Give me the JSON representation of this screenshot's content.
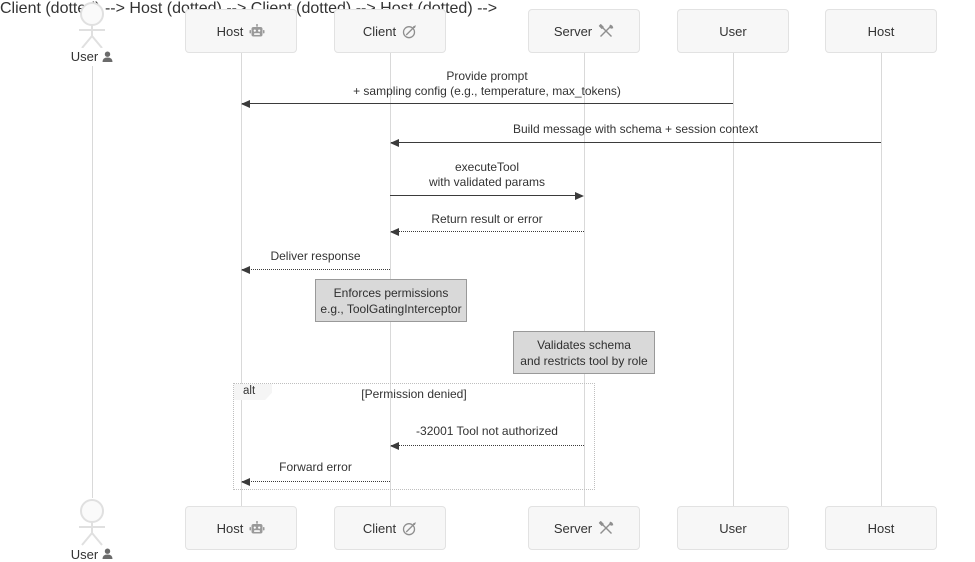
{
  "diagram_type": "sequence-diagram",
  "participants": [
    {
      "name": "User",
      "icon": "person-icon",
      "kind": "actor"
    },
    {
      "name": "Host",
      "icon": "robot-icon",
      "kind": "box"
    },
    {
      "name": "Client",
      "icon": "compass-icon",
      "kind": "box"
    },
    {
      "name": "Server",
      "icon": "tools-icon",
      "kind": "box"
    },
    {
      "name": "User",
      "icon": "",
      "kind": "box"
    },
    {
      "name": "Host",
      "icon": "",
      "kind": "box"
    }
  ],
  "messages": [
    {
      "from": "User",
      "to": "Host",
      "line1": "Provide prompt",
      "line2": "+ sampling config (e.g., temperature, max_tokens)",
      "style": "solid"
    },
    {
      "from": "Host",
      "to": "Client",
      "line1": "Build message with schema + session context",
      "line2": "",
      "style": "solid"
    },
    {
      "from": "Client",
      "to": "Server",
      "line1": "executeTool",
      "line2": "with validated params",
      "style": "solid"
    },
    {
      "from": "Server",
      "to": "Client",
      "line1": "Return result or error",
      "line2": "",
      "style": "dotted"
    },
    {
      "from": "Client",
      "to": "Host",
      "line1": "Deliver response",
      "line2": "",
      "style": "dotted"
    }
  ],
  "notes": [
    {
      "over": "Client",
      "line1": "Enforces permissions",
      "line2": "e.g., ToolGatingInterceptor"
    },
    {
      "over": "Server",
      "line1": "Validates schema",
      "line2": "and restricts tool by role"
    }
  ],
  "alt_fragment": {
    "operator": "alt",
    "guard": "[Permission denied]",
    "messages": [
      {
        "from": "Server",
        "to": "Client",
        "line1": "-32001 Tool not authorized",
        "style": "dotted"
      },
      {
        "from": "Client",
        "to": "Host",
        "line1": "Forward error",
        "style": "dotted"
      }
    ]
  },
  "colors": {
    "participant_bg": "#f7f7f7",
    "participant_border": "#e2e2e2",
    "lifeline": "#d9d9d9",
    "arrow": "#3b3b3b",
    "note_bg": "#d9d9d9",
    "note_border": "#999999",
    "text": "#333333"
  }
}
